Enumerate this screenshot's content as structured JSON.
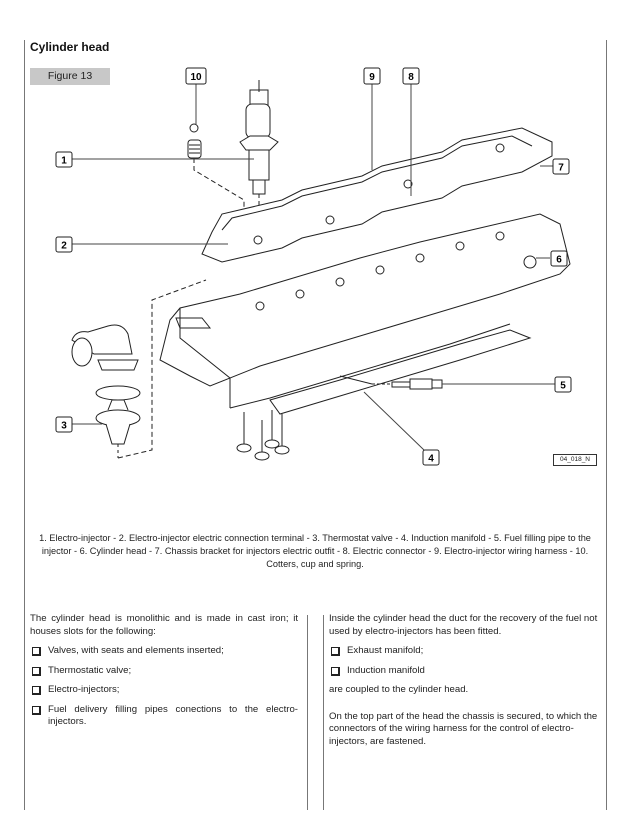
{
  "section_title": "Cylinder head",
  "figure_label": "Figure 13",
  "figure_code": "04_018_N",
  "callouts": [
    "1",
    "2",
    "3",
    "4",
    "5",
    "6",
    "7",
    "8",
    "9",
    "10"
  ],
  "caption": "1. Electro-injector - 2. Electro-injector electric connection terminal - 3. Thermostat valve - 4. Induction manifold - 5. Fuel filling pipe to the injector - 6. Cylinder head - 7. Chassis bracket for injectors electric outfit - 8. Electric connector - 9. Electro-injector wiring harness - 10. Cotters, cup and spring.",
  "left_column": {
    "intro": "The cylinder head is monolithic and is made in cast iron; it houses slots for the following:",
    "items": [
      "Valves, with seats and elements inserted;",
      "Thermostatic valve;",
      "Electro-injectors;",
      "Fuel delivery filling pipes conections to the electro-injectors."
    ]
  },
  "right_column": {
    "intro": "Inside the cylinder head the duct for the recovery of the fuel not used by electro-injectors has been fitted.",
    "items": [
      "Exhaust manifold;",
      "Induction manifold"
    ],
    "after_items": "are coupled to the cylinder head.",
    "closing": "On the top part of the head the chassis is secured, to which the connectors of the wiring harness for the control of electro-injectors, are fastened."
  }
}
